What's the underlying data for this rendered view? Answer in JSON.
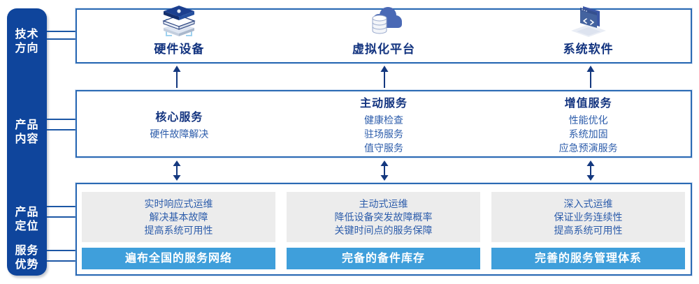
{
  "colors": {
    "sidebar_bg": "#0f459c",
    "box_border": "#2b6ab4",
    "heading_text": "#12337f",
    "body_text": "#2d5dab",
    "arrow": "#14387f",
    "panel_bg": "#ececec",
    "bar_bg": "#3f9fdb",
    "bar_text": "#ffffff"
  },
  "sidebar": {
    "labels": [
      {
        "line1": "技术",
        "line2": "方向"
      },
      {
        "line1": "产品",
        "line2": "内容"
      },
      {
        "line1": "产品",
        "line2": "定位"
      },
      {
        "line1": "服务",
        "line2": "优势"
      }
    ]
  },
  "tech_row": {
    "items": [
      {
        "icon": "server-stack-icon",
        "label": "硬件设备"
      },
      {
        "icon": "cloud-database-icon",
        "label": "虚拟化平台"
      },
      {
        "icon": "code-window-icon",
        "label": "系统软件"
      }
    ]
  },
  "content_row": {
    "columns": [
      {
        "title": "核心服务",
        "items": [
          "硬件故障解决"
        ]
      },
      {
        "title": "主动服务",
        "items": [
          "健康检查",
          "驻场服务",
          "值守服务"
        ]
      },
      {
        "title": "增值服务",
        "items": [
          "性能优化",
          "系统加固",
          "应急预演服务"
        ]
      }
    ]
  },
  "bottom_row": {
    "columns": [
      {
        "positioning": [
          "实时响应式运维",
          "解决基本故障",
          "提高系统可用性"
        ],
        "advantage": "遍布全国的服务网络"
      },
      {
        "positioning": [
          "主动式运维",
          "降低设备突发故障概率",
          "关键时间点的服务保障"
        ],
        "advantage": "完备的备件库存"
      },
      {
        "positioning": [
          "深入式运维",
          "保证业务连续性",
          "提高系统可用性"
        ],
        "advantage": "完善的服务管理体系"
      }
    ]
  }
}
